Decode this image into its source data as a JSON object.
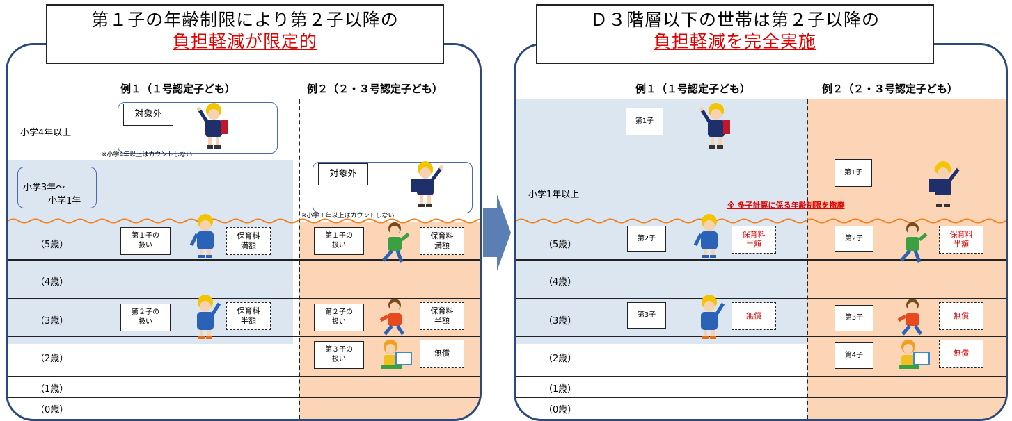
{
  "colors": {
    "frame": "#2b4a7a",
    "blue_bg": "#dce6f0",
    "orange_bg": "#fbd5b5",
    "red_text": "#e00000",
    "arrow": "#5b7fb5"
  },
  "left": {
    "title_line1": "第１子の年齢制限により第２子以降の",
    "title_line2": "負担軽減が限定的",
    "col1": "例１（１号認定子ども）",
    "col2": "例２（２・３号認定子ども）",
    "rows": {
      "elem4": "小学4年以上",
      "elem3_a": "小学3年～",
      "elem3_b": "小学1年",
      "age5": "（5歳）",
      "age4": "（4歳）",
      "age3": "（3歳）",
      "age2": "（2歳）",
      "age1": "（1歳）",
      "age0": "（0歳）"
    },
    "outside": "対象外",
    "note_ex1": "※小学4年以上はカウントしない",
    "note_ex2": "※小学１年以上はカウントしない",
    "ex1_first": "第１子の扱い",
    "ex1_fee_full": "保育料満額",
    "ex1_second": "第２子の扱い",
    "ex1_fee_half": "保育料半額",
    "ex2_first": "第１子の扱い",
    "ex2_fee_full": "保育料満額",
    "ex2_second": "第２子の扱い",
    "ex2_fee_half": "保育料半額",
    "ex2_third": "第３子の扱い",
    "ex2_free": "無償"
  },
  "right": {
    "title_line1": "Ｄ３階層以下の世帯は第２子以降の",
    "title_line2": "負担軽減を完全実施",
    "col1": "例１（１号認定子ども）",
    "col2": "例２（２・３号認定子ども）",
    "rows": {
      "elem1": "小学1年以上",
      "age5": "（5歳）",
      "age4": "（4歳）",
      "age3": "（3歳）",
      "age2": "（2歳）",
      "age1": "（1歳）",
      "age0": "（0歳）"
    },
    "note": "※ 多子計算に係る年齢制限を撤廃",
    "ex1_first": "第1子",
    "ex1_second": "第2子",
    "ex1_fee_half": "保育料半額",
    "ex1_third": "第3子",
    "ex1_free": "無償",
    "ex2_first": "第1子",
    "ex2_second": "第2子",
    "ex2_fee_half": "保育料半額",
    "ex2_third": "第3子",
    "ex2_free": "無償",
    "ex2_fourth": "第4子",
    "ex2_free2": "無償"
  }
}
